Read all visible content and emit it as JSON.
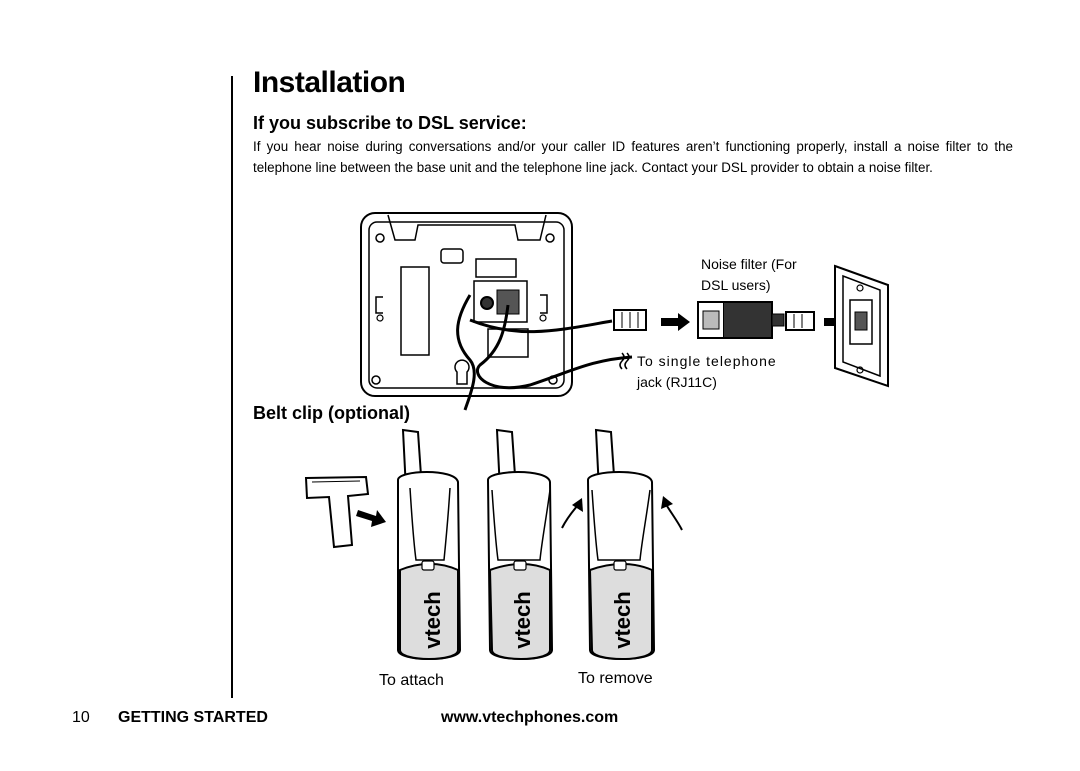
{
  "header": {
    "title": "Installation"
  },
  "dsl": {
    "heading": "If you subscribe to DSL service:",
    "body": "If you hear noise during conversations and/or your caller ID features aren’t functioning properly, install a noise filter to the telephone line between the base unit and the telephone line jack. Contact your DSL provider to obtain a noise filter.",
    "noise_filter_line1": "Noise filter (For",
    "noise_filter_line2": "DSL users)",
    "jack_line1": "To single telephone",
    "jack_line2": "jack (RJ11C)"
  },
  "belt_clip": {
    "heading": "Belt clip (optional)",
    "attach_label": "To attach",
    "remove_label": "To remove",
    "brand": "vtech"
  },
  "footer": {
    "page_number": "10",
    "section": "GETTING STARTED",
    "url": "www.vtechphones.com"
  }
}
